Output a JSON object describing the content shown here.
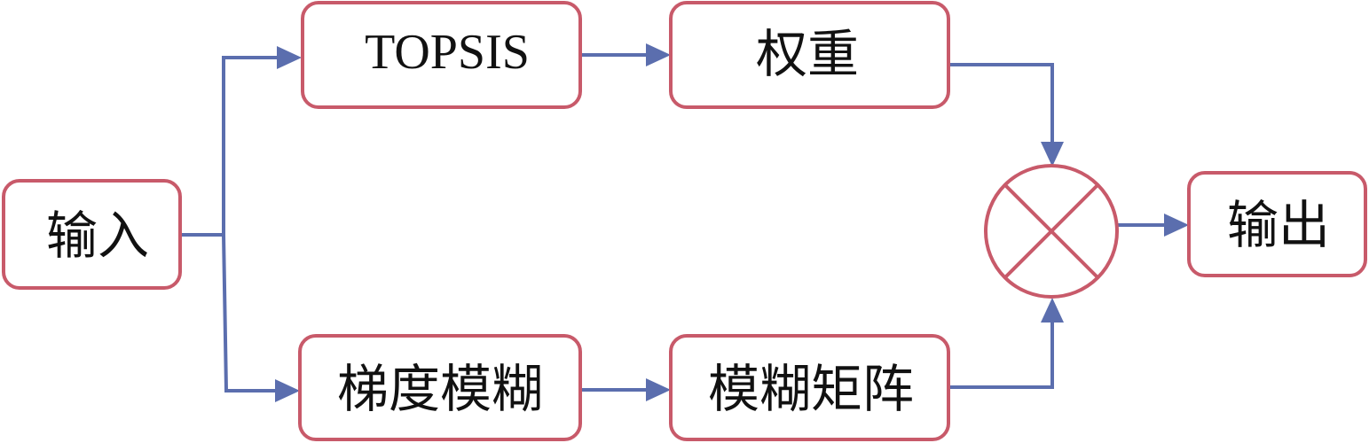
{
  "colors": {
    "node_border": "#c85a6a",
    "connector": "#5b6eae",
    "text": "#111111",
    "background": "#ffffff"
  },
  "nodes": {
    "input": {
      "label": "输入"
    },
    "topsis": {
      "label": "TOPSIS"
    },
    "weight": {
      "label": "权重"
    },
    "gradient_blur": {
      "label": "梯度模糊"
    },
    "blur_matrix": {
      "label": "模糊矩阵"
    },
    "output": {
      "label": "输出"
    }
  },
  "operator": {
    "icon": "multiply-circle-icon"
  },
  "edges": [
    {
      "from": "input",
      "to": "topsis"
    },
    {
      "from": "input",
      "to": "gradient_blur"
    },
    {
      "from": "topsis",
      "to": "weight"
    },
    {
      "from": "gradient_blur",
      "to": "blur_matrix"
    },
    {
      "from": "weight",
      "to": "operator"
    },
    {
      "from": "blur_matrix",
      "to": "operator"
    },
    {
      "from": "operator",
      "to": "output"
    }
  ]
}
